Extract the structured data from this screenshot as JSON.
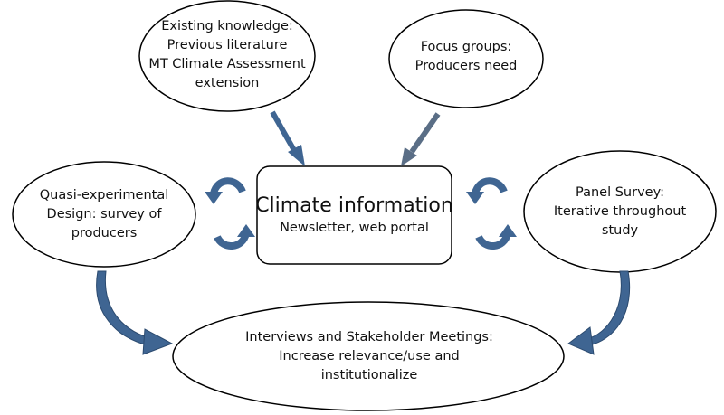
{
  "nodes": {
    "existing_knowledge": {
      "lines": [
        "Existing knowledge:",
        "Previous literature",
        "MT Climate Assessment",
        "extension"
      ]
    },
    "focus_groups": {
      "lines": [
        "Focus groups:",
        "Producers need"
      ]
    },
    "quasi_experimental": {
      "lines": [
        "Quasi-experimental",
        "Design: survey of",
        "producers"
      ]
    },
    "climate_information": {
      "title": "Climate information",
      "subtitle": "Newsletter, web portal"
    },
    "panel_survey": {
      "lines": [
        "Panel Survey:",
        "Iterative throughout",
        "study"
      ]
    },
    "interviews": {
      "lines": [
        "Interviews and Stakeholder Meetings:",
        "Increase relevance/use and",
        "institutionalize"
      ]
    }
  },
  "colors": {
    "arrow": "#3f6592",
    "arrow_edge": "#2b4a6f",
    "stroke": "#000000",
    "fill": "#ffffff"
  },
  "icons": [
    "cycle-arrows-icon",
    "curved-arrow-icon",
    "straight-arrow-icon"
  ]
}
